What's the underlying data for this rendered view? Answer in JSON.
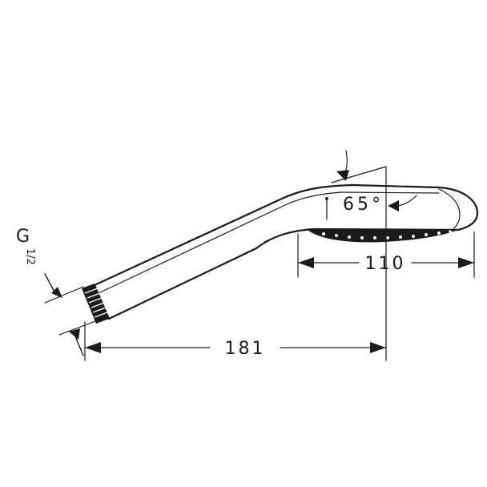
{
  "diagram": {
    "thread_label": "G",
    "thread_fraction": "1/2",
    "angle_label": "65°",
    "dim_head_width": "110",
    "dim_total_length": "181"
  },
  "colors": {
    "ink": "#1a1a1a",
    "background": "#ffffff"
  }
}
